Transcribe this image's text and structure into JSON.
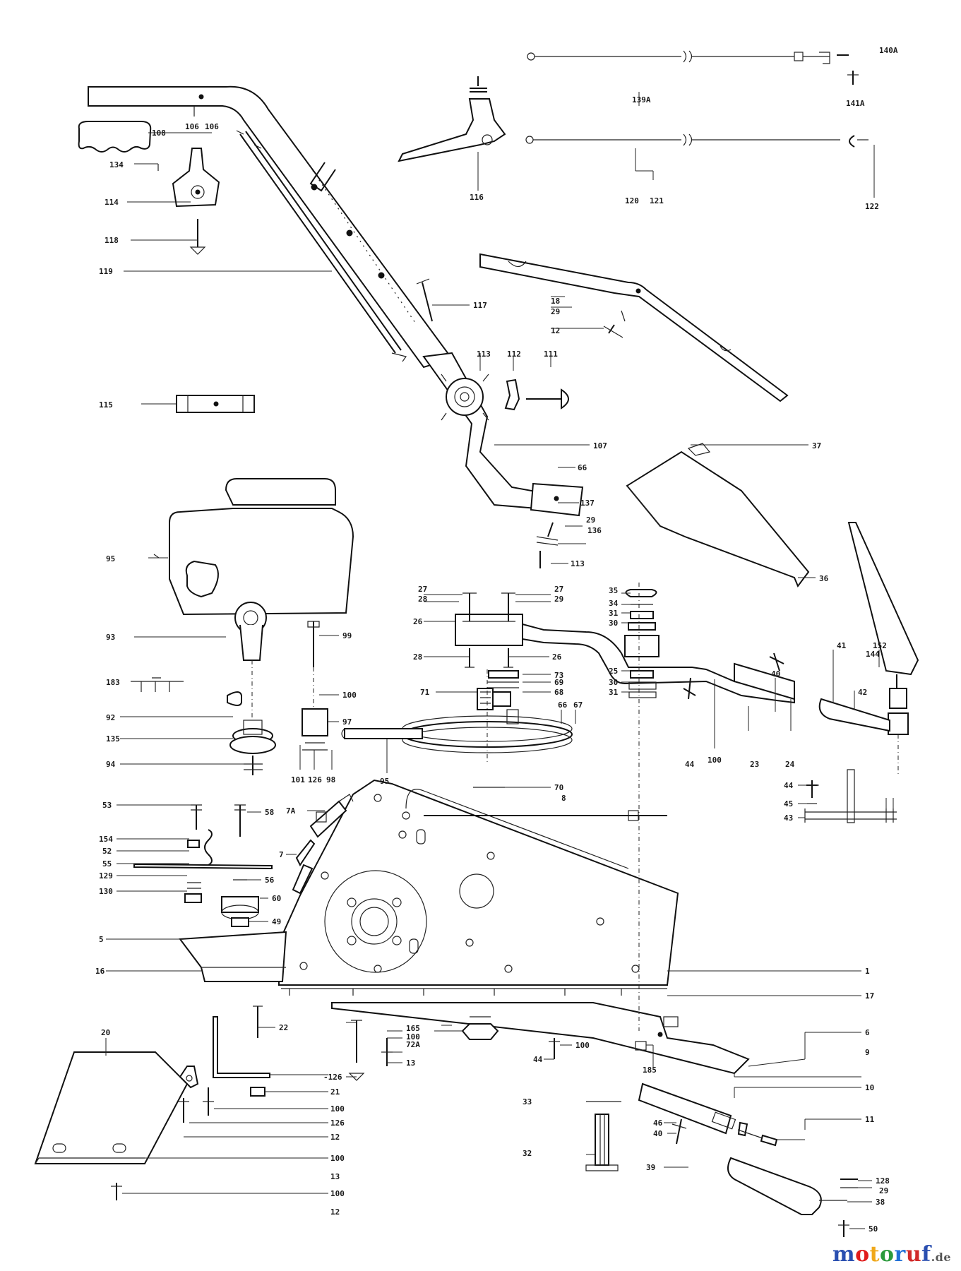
{
  "diagram": {
    "labels": [
      "140A",
      "139A",
      "141A",
      "108",
      "106",
      "106",
      "134",
      "114",
      "118",
      "119",
      "117",
      "116",
      "120",
      "121",
      "122",
      "18",
      "29",
      "12",
      "113",
      "112",
      "111",
      "115",
      "107",
      "66",
      "137",
      "29",
      "136",
      "113",
      "37",
      "36",
      "95",
      "27",
      "28",
      "27",
      "29",
      "26",
      "28",
      "26",
      "35",
      "34",
      "31",
      "30",
      "73",
      "69",
      "68",
      "25",
      "30",
      "31",
      "93",
      "99",
      "100",
      "183",
      "97",
      "71",
      "66",
      "67",
      "92",
      "135",
      "94",
      "101",
      "126",
      "98",
      "95",
      "40",
      "44",
      "100",
      "23",
      "24",
      "41",
      "152",
      "144",
      "42",
      "44",
      "45",
      "43",
      "70",
      "8",
      "7A",
      "53",
      "58",
      "154",
      "52",
      "55",
      "129",
      "130",
      "7",
      "56",
      "60",
      "49",
      "5",
      "16",
      "1",
      "17",
      "20",
      "22",
      "165",
      "100",
      "72A",
      "100",
      "44",
      "-126",
      "13",
      "21",
      "100",
      "126",
      "12",
      "100",
      "13",
      "100",
      "12",
      "185",
      "6",
      "9",
      "33",
      "10",
      "11",
      "46",
      "40",
      "32",
      "39",
      "128",
      "29",
      "38",
      "50"
    ]
  },
  "watermark": {
    "name": "motoruf",
    "suffix": ".de"
  },
  "colors": {
    "m": "#2a4fb0",
    "o1": "#e11c1c",
    "t": "#f0a81a",
    "o2": "#2a9a3c",
    "r": "#1f6fd6",
    "u": "#d12a2a",
    "f": "#2a4fb0",
    "suffix": "#555555"
  }
}
